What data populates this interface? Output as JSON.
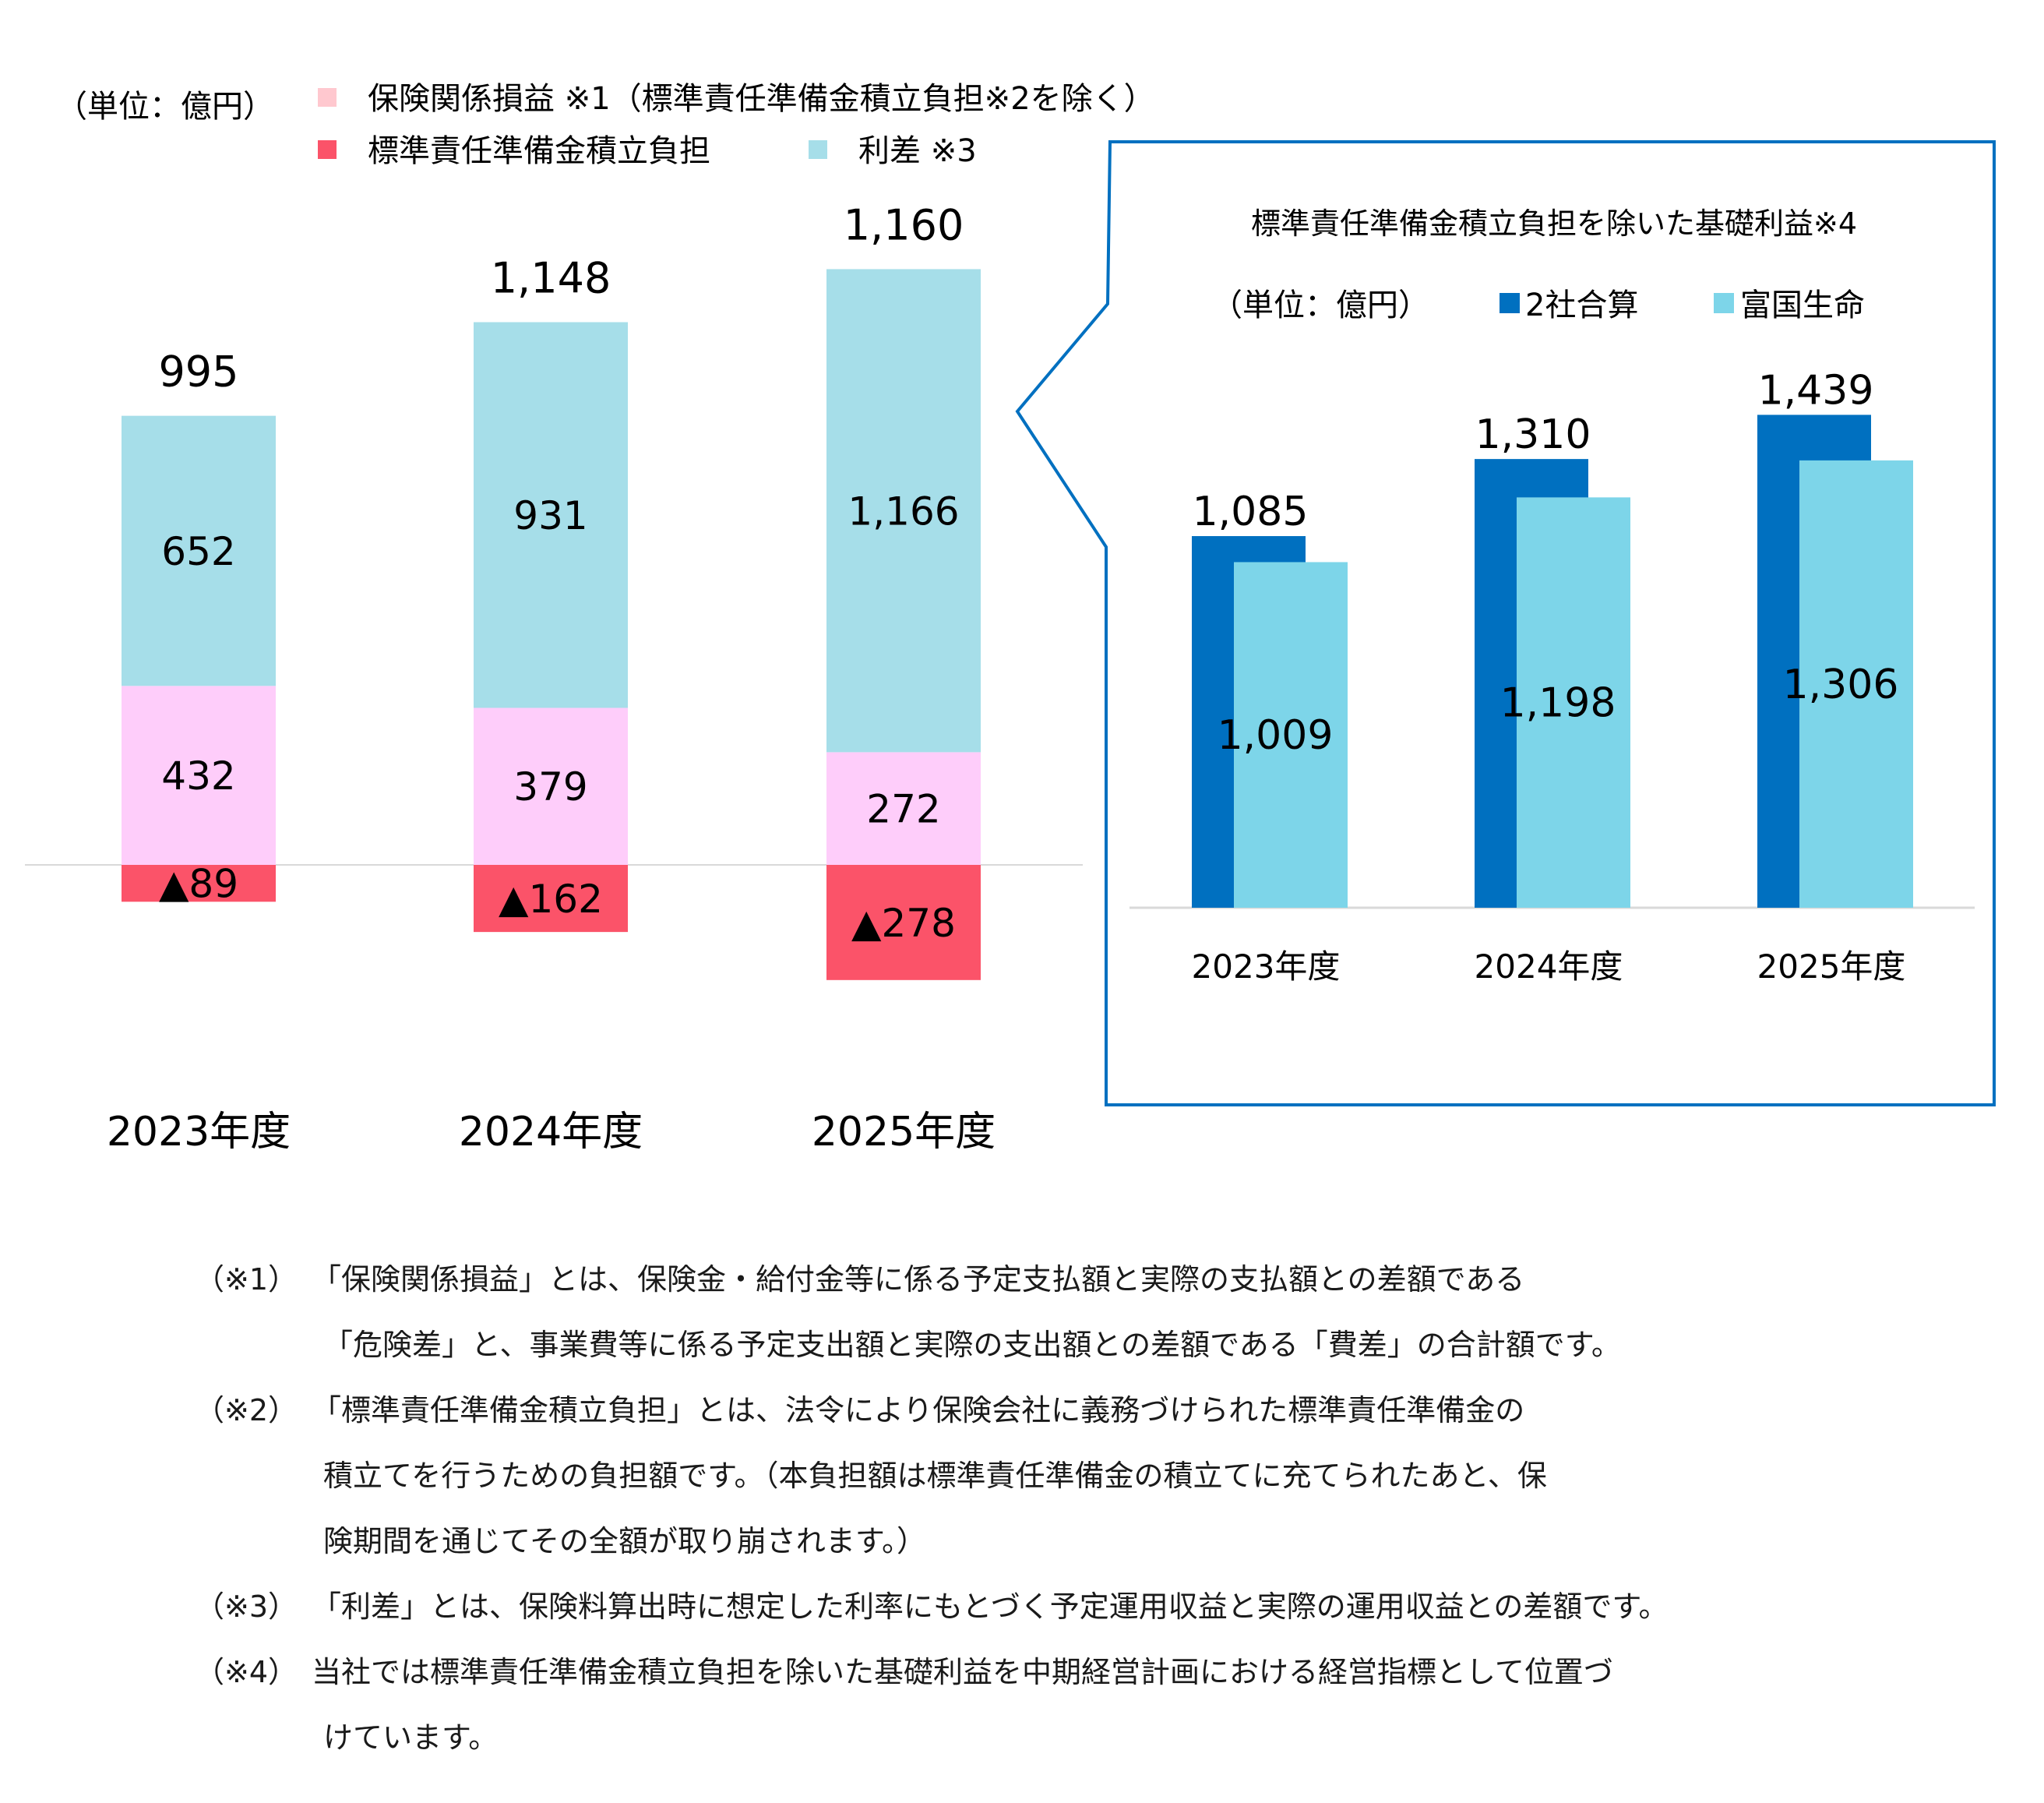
{
  "colors": {
    "insurance": "#fecdfa",
    "insurance_legend": "#ffc8cf",
    "reserve": "#fb5369",
    "margin": "#a6dee9",
    "combined": "#0070c0",
    "fukoku": "#7dd5e9",
    "frame": "#0070c0",
    "axis": "#d9d9d9"
  },
  "main": {
    "unit": "（単位：億円）",
    "legend": {
      "insurance": "保険関係損益 ※1（標準責任準備金積立負担※2を除く）",
      "reserve": "標準責任準備金積立負担",
      "margin": "利差 ※3"
    }
  },
  "inset": {
    "title": "標準責任準備金積立負担を除いた基礎利益※4",
    "unit": "（単位：億円）",
    "legend": {
      "combined": "2社合算",
      "fukoku": "富国生命"
    }
  },
  "chart_data": [
    {
      "type": "bar",
      "stacked": true,
      "categories": [
        "2023年度",
        "2024年度",
        "2025年度"
      ],
      "series": [
        {
          "name": "保険関係損益 ※1（標準責任準備金積立負担※2を除く）",
          "values": [
            432,
            379,
            272
          ],
          "labels": [
            "432",
            "379",
            "272"
          ]
        },
        {
          "name": "標準責任準備金積立負担",
          "values": [
            -89,
            -162,
            -278
          ],
          "labels": [
            "▲89",
            "▲162",
            "▲278"
          ]
        },
        {
          "name": "利差 ※3",
          "values": [
            652,
            931,
            1166
          ],
          "labels": [
            "652",
            "931",
            "1,166"
          ]
        }
      ],
      "totals": [
        995,
        1148,
        1160
      ],
      "total_labels": [
        "995",
        "1,148",
        "1,160"
      ],
      "unit": "（単位：億円）"
    },
    {
      "type": "bar",
      "title": "標準責任準備金積立負担を除いた基礎利益※4",
      "categories": [
        "2023年度",
        "2024年度",
        "2025年度"
      ],
      "series": [
        {
          "name": "2社合算",
          "values": [
            1085,
            1310,
            1439
          ],
          "labels": [
            "1,085",
            "1,310",
            "1,439"
          ]
        },
        {
          "name": "富国生命",
          "values": [
            1009,
            1198,
            1306
          ],
          "labels": [
            "1,009",
            "1,198",
            "1,306"
          ]
        }
      ],
      "unit": "（単位：億円）"
    }
  ],
  "notes": [
    {
      "mark": "（※1）",
      "text": "「保険関係損益」とは、保険金・給付金等に係る予定支払額と実際の支払額との差額である"
    },
    {
      "mark": "",
      "text": "「危険差」と、事業費等に係る予定支出額と実際の支出額との差額である「費差」の合計額です。"
    },
    {
      "mark": "（※2）",
      "text": "「標準責任準備金積立負担」とは、法令により保険会社に義務づけられた標準責任準備金の"
    },
    {
      "mark": "",
      "text": "積立てを行うための負担額です。（本負担額は標準責任準備金の積立てに充てられたあと、保"
    },
    {
      "mark": "",
      "text": "険期間を通じてその全額が取り崩されます。）"
    },
    {
      "mark": "（※3）",
      "text": "「利差」とは、保険料算出時に想定した利率にもとづく予定運用収益と実際の運用収益との差額です。"
    },
    {
      "mark": "（※4）",
      "text": "当社では標準責任準備金積立負担を除いた基礎利益を中期経営計画における経営指標として位置づ"
    },
    {
      "mark": "",
      "text": "けています。"
    }
  ]
}
